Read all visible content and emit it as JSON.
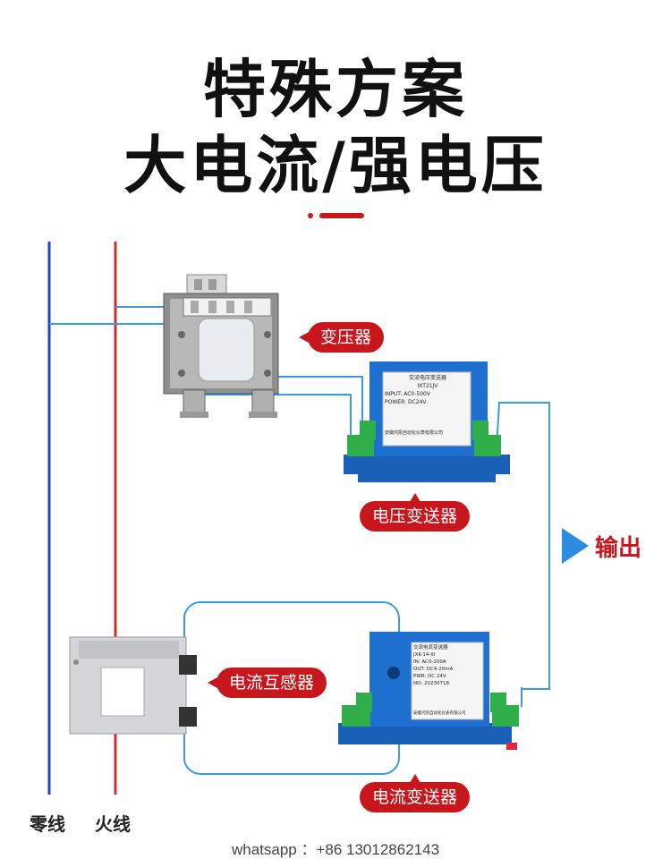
{
  "title": {
    "line1": "特殊方案",
    "line2": "大电流/强电压"
  },
  "labels": {
    "transformer": "变压器",
    "voltage_transmitter": "电压变送器",
    "current_transformer": "电流互感器",
    "current_transmitter": "电流变送器",
    "output": "输出",
    "neutral_line": "零线",
    "live_line": "火线"
  },
  "voltage_module": {
    "line1": "交流电压变送器",
    "line2": "IXT21JV",
    "line3": "INPUT: AC0-500V",
    "line4": "POWER: DC24V",
    "line5": "安徽鸿凯自动化仪表有限公司"
  },
  "current_module": {
    "line1": "交流电流变送器",
    "line2": "JXK-14-III",
    "line3": "IN: AC0-200A",
    "line4": "OUT: DC4-20mA",
    "line5": "PWR: DC 24V",
    "line6": "NO: 20230718",
    "line7": "安徽鸿凯自动化仪表有限公司"
  },
  "contact": "whatsapp ：+86 13012862143",
  "colors": {
    "accent_red": "#c8161d",
    "neutral_wire": "#1f3fcf",
    "live_wire": "#d42b2b",
    "signal_wire": "#3a9be0",
    "module_blue": "#1e6fd0",
    "terminal_green": "#2fae4a"
  }
}
